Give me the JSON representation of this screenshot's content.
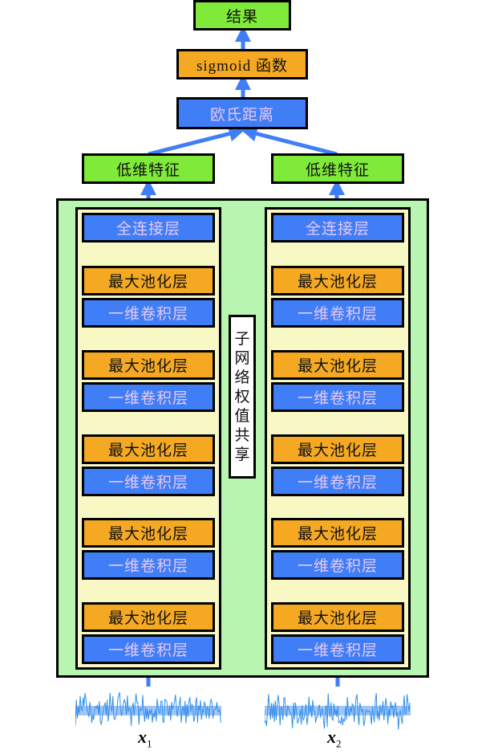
{
  "top": {
    "result": "结果",
    "sigmoid": "sigmoid 函数",
    "distance": "欧氏距离"
  },
  "branches": [
    {
      "feature": "低维特征",
      "fc": "全连接层",
      "layers": [
        "最大池化层",
        "一维卷积层",
        "最大池化层",
        "一维卷积层",
        "最大池化层",
        "一维卷积层",
        "最大池化层",
        "一维卷积层",
        "最大池化层",
        "一维卷积层"
      ],
      "input": {
        "var": "x",
        "sub": "1"
      }
    },
    {
      "feature": "低维特征",
      "fc": "全连接层",
      "layers": [
        "最大池化层",
        "一维卷积层",
        "最大池化层",
        "一维卷积层",
        "最大池化层",
        "一维卷积层",
        "最大池化层",
        "一维卷积层",
        "最大池化层",
        "一维卷积层"
      ],
      "input": {
        "var": "x",
        "sub": "2"
      }
    }
  ],
  "share_label_chars": [
    "子",
    "网",
    "络",
    "权",
    "值",
    "共",
    "享"
  ],
  "colors": {
    "green": "#7fea3a",
    "orange": "#f5a922",
    "blue": "#3f7ef7",
    "arrow": "#3f7ef7",
    "outer": "#b8f5b0",
    "branch": "#f7f8c4"
  }
}
